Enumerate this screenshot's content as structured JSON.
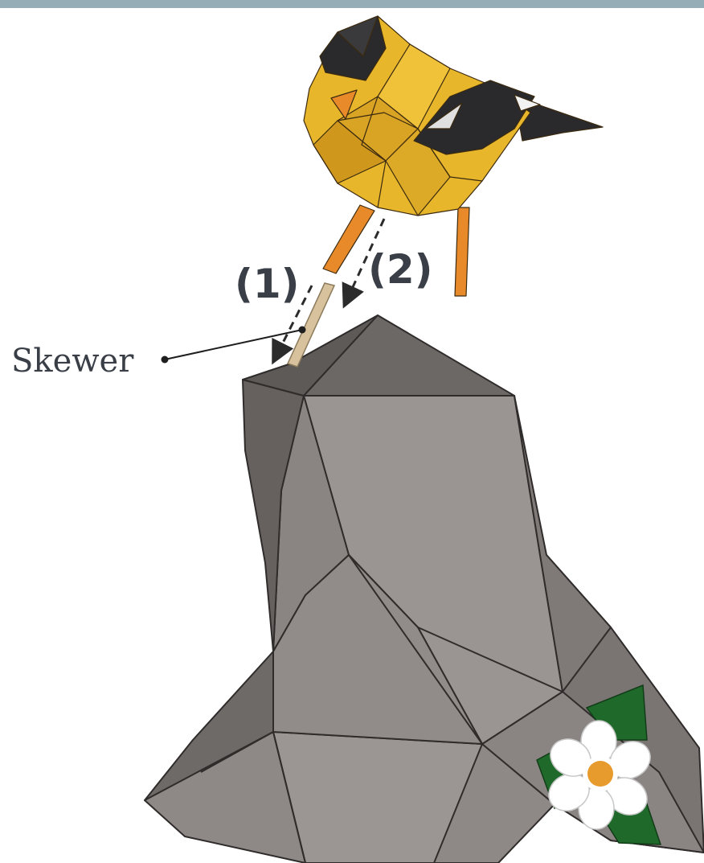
{
  "colors": {
    "top_bar": "#94adb7",
    "bird_yellow": "#e8b62a",
    "bird_yellow_dark": "#c9901a",
    "bird_black": "#2a2a2c",
    "bird_orange": "#e98a2a",
    "rock_light": "#9a9592",
    "rock_mid": "#807b78",
    "rock_dark": "#5f5b59",
    "skewer": "#d8c29d",
    "leaf": "#1f6a2a",
    "petal": "#ffffff",
    "flower_center": "#e79b2c",
    "label_text": "#3a3f47"
  },
  "labels": {
    "step_1": "(1)",
    "step_2": "(2)",
    "skewer": "Skewer"
  },
  "icons": {
    "bird": "papercraft-goldfinch",
    "rock": "papercraft-rock",
    "flower": "felt-flower",
    "arrows": "dashed-arrow"
  }
}
